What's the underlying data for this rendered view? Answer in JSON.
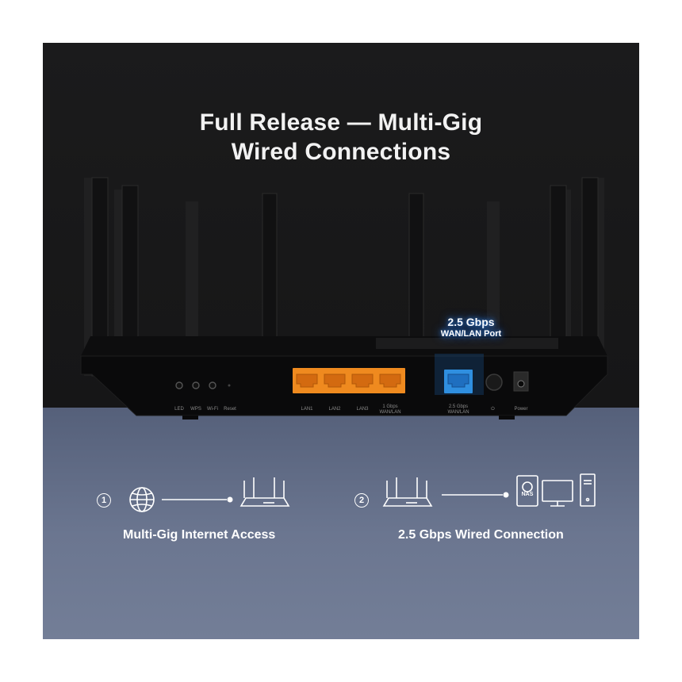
{
  "headline": {
    "line1": "Full Release  — Multi-Gig",
    "line2": "Wired Connections"
  },
  "callout": {
    "speed": "2.5 Gbps",
    "port": "WAN/LAN Port"
  },
  "router": {
    "buttons": [
      "LED",
      "WPS",
      "Wi-Fi",
      "Reset"
    ],
    "ports": [
      "LAN1",
      "LAN2",
      "LAN3"
    ],
    "port4": {
      "top": "1 Gbps",
      "bottom": "WAN/LAN"
    },
    "wan": {
      "top": "2.5 Gbps",
      "bottom": "WAN/LAN"
    },
    "power_label": "Power"
  },
  "features": [
    {
      "number": "1",
      "caption": "Multi-Gig Internet Access"
    },
    {
      "number": "2",
      "caption": "2.5 Gbps Wired Connection",
      "nas_label": "NAS"
    }
  ],
  "colors": {
    "lan_port": "#ef8a1f",
    "wan_port": "#2f8fe0",
    "glow": "#2f7de0"
  }
}
